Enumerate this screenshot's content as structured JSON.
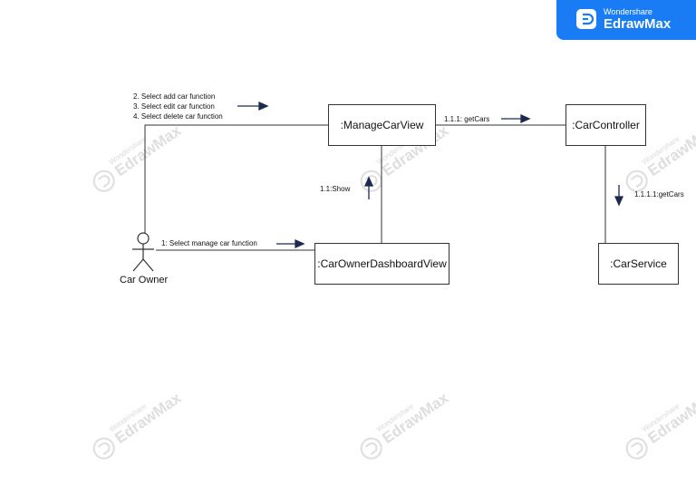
{
  "brand": {
    "sub": "Wondershare",
    "name": "EdrawMax"
  },
  "watermark": {
    "sub": "Wondershare",
    "name": "EdrawMax"
  },
  "actor": {
    "name": "Car Owner"
  },
  "objects": {
    "manage_car_view": ":ManageCarView",
    "car_controller": ":CarController",
    "car_owner_dashboard_view": ":CarOwnerDashboardView",
    "car_service": ":CarService"
  },
  "messages": {
    "m2": "2. Select add car function",
    "m3": "3. Select edit car function",
    "m4": "4. Select delete car function",
    "m1": "1: Select manage car function",
    "m11": "1.1:Show",
    "m111": "1.1.1: getCars",
    "m1111": "1.1.1.1:getCars"
  },
  "colors": {
    "brand": "#1a7cf5",
    "line": "#333333",
    "arrow": "#1c2a50"
  }
}
